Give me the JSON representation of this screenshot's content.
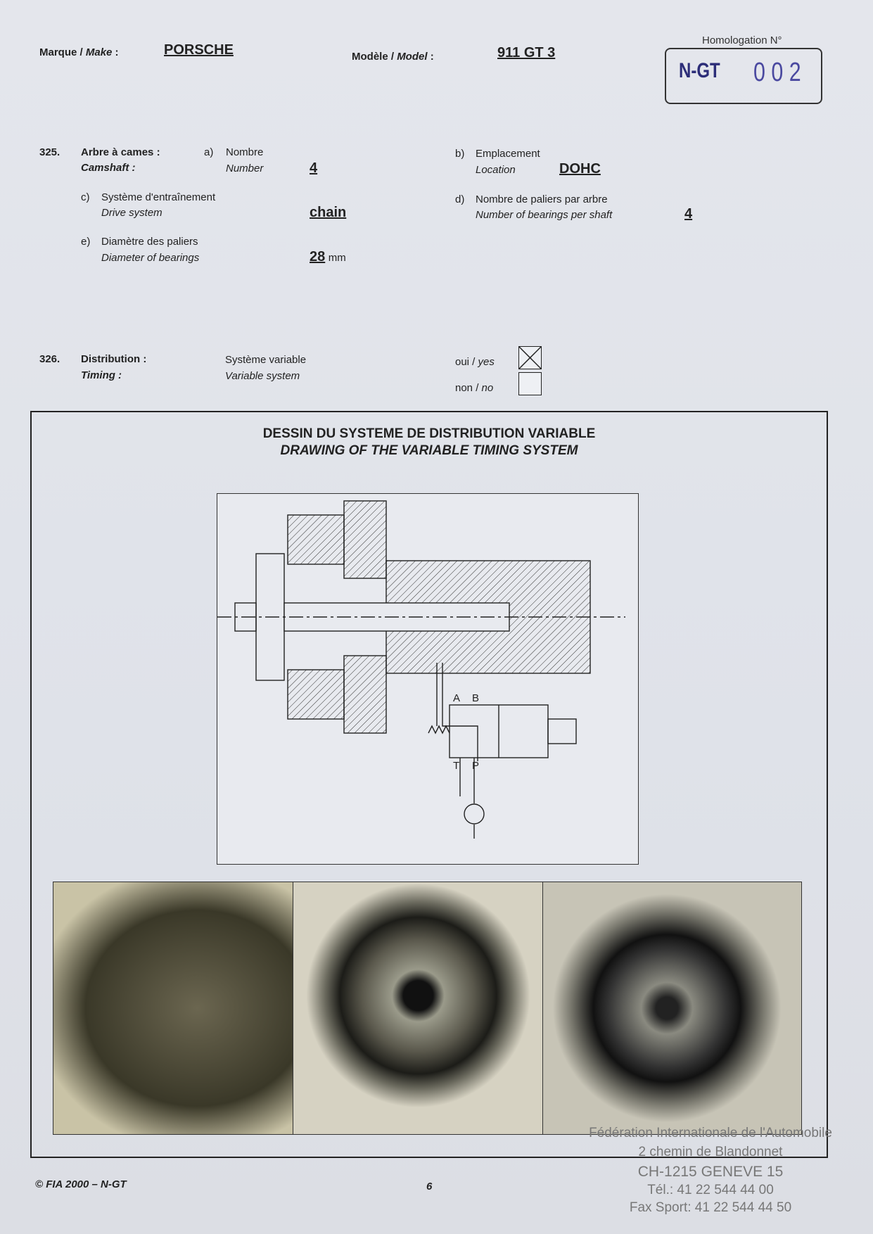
{
  "header": {
    "make_label": "Marque / ",
    "make_label_en": "Make",
    "make_value": "PORSCHE",
    "model_label": "Modèle / ",
    "model_label_en": "Model",
    "model_value": "911 GT 3",
    "homologation_label": "Homologation N°",
    "homologation_prefix": "N-GT",
    "homologation_number": "0 0 2"
  },
  "s325": {
    "num": "325.",
    "title_fr": "Arbre à cames :",
    "title_en": "Camshaft :",
    "a": {
      "letter": "a)",
      "fr": "Nombre",
      "en": "Number",
      "value": "4"
    },
    "b": {
      "letter": "b)",
      "fr": "Emplacement",
      "en": "Location",
      "value": "DOHC"
    },
    "c": {
      "letter": "c)",
      "fr": "Système d'entraînement",
      "en": "Drive system",
      "value": "chain"
    },
    "d": {
      "letter": "d)",
      "fr": "Nombre de paliers par arbre",
      "en": "Number of bearings per shaft",
      "value": "4"
    },
    "e": {
      "letter": "e)",
      "fr": "Diamètre des paliers",
      "en": "Diameter of bearings",
      "value": "28",
      "unit": "mm"
    }
  },
  "s326": {
    "num": "326.",
    "title_fr": "Distribution :",
    "title_en": "Timing :",
    "field_fr": "Système variable",
    "field_en": "Variable system",
    "yes_label": "oui / ",
    "yes_en": "yes",
    "no_label": "non / ",
    "no_en": "no",
    "yes_checked": true,
    "no_checked": false
  },
  "drawing": {
    "title_fr": "DESSIN DU SYSTEME DE DISTRIBUTION VARIABLE",
    "title_en": "DRAWING OF THE VARIABLE TIMING SYSTEM",
    "labels": [
      "A",
      "B",
      "T",
      "P"
    ]
  },
  "footer": {
    "copyright": "© FIA 2000 – N-GT",
    "page": "6"
  },
  "fia_stamp": [
    "Fédération Internationale de l'Automobile",
    "2 chemin de Blandonnet",
    "CH-1215 GENEVE 15",
    "Tél.: 41 22 544 44 00",
    "Fax Sport: 41 22 544 44 50"
  ]
}
